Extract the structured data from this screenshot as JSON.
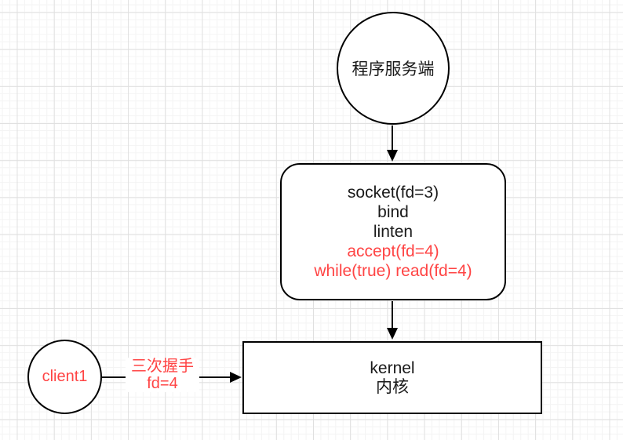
{
  "diagram": {
    "colors": {
      "stroke": "#000000",
      "text": "#1a1a1a",
      "red": "#ff4444",
      "node_fill": "#ffffff",
      "grid_minor": "#f4f4f4",
      "grid_major": "#e0e0e0"
    },
    "nodes": {
      "server_circle": {
        "shape": "circle",
        "label": "程序服务端"
      },
      "process_box": {
        "shape": "rounded-rectangle",
        "lines": [
          {
            "text": "socket(fd=3)",
            "color": "#1a1a1a"
          },
          {
            "text": "bind",
            "color": "#1a1a1a"
          },
          {
            "text": "linten",
            "color": "#1a1a1a"
          },
          {
            "text": "accept(fd=4)",
            "color": "#ff4444"
          },
          {
            "text": "while(true) read(fd=4)",
            "color": "#ff4444"
          }
        ]
      },
      "kernel_box": {
        "shape": "rectangle",
        "line1": "kernel",
        "line2": "内核"
      },
      "client_circle": {
        "shape": "circle",
        "label": "client1",
        "color": "#ff4444"
      }
    },
    "edges": {
      "server_to_process": {
        "from": "server_circle",
        "to": "process_box",
        "label": ""
      },
      "process_to_kernel": {
        "from": "process_box",
        "to": "kernel_box",
        "label": ""
      },
      "client_to_kernel": {
        "from": "client_circle",
        "to": "kernel_box",
        "label_line1": "三次握手",
        "label_line2": "fd=4",
        "label_color": "#ff4444"
      }
    }
  }
}
